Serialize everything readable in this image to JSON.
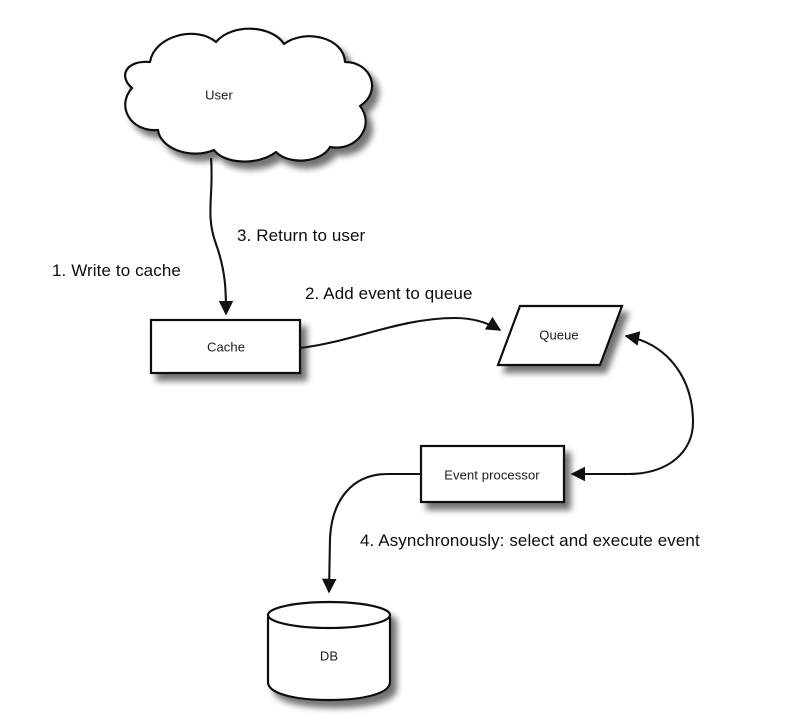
{
  "diagram": {
    "type": "flow-diagram",
    "background_color": "#ffffff",
    "stroke_color": "#1a1a1a",
    "fill_color": "#ffffff",
    "text_color": "#111111",
    "shadow_color": "#9a9a9a",
    "nodes": [
      {
        "id": "user",
        "label": "User",
        "shape": "cloud"
      },
      {
        "id": "cache",
        "label": "Cache",
        "shape": "rectangle"
      },
      {
        "id": "queue",
        "label": "Queue",
        "shape": "parallelogram"
      },
      {
        "id": "event-processor",
        "label": "Event processor",
        "shape": "rectangle"
      },
      {
        "id": "db",
        "label": "DB",
        "shape": "cylinder"
      }
    ],
    "edges": [
      {
        "id": "user-to-cache",
        "from": "user",
        "to": "cache",
        "label": "1. Write to cache"
      },
      {
        "id": "cache-to-queue",
        "from": "cache",
        "to": "queue",
        "label": "2. Add event to queue"
      },
      {
        "id": "cache-return-to-user",
        "from": "cache",
        "to": "user",
        "label": "3. Return to user"
      },
      {
        "id": "queue-event-processor-loop",
        "from": "event-processor",
        "to": "queue",
        "label": "",
        "arrowheads": "both"
      },
      {
        "id": "event-processor-to-db",
        "from": "event-processor",
        "to": "db",
        "label": "4. Asynchronously: select and execute event"
      }
    ],
    "step_labels": [
      {
        "id": "step-1",
        "text": "1. Write to cache"
      },
      {
        "id": "step-2",
        "text": "2. Add event to queue"
      },
      {
        "id": "step-3",
        "text": "3. Return to user"
      },
      {
        "id": "step-4",
        "text": "4. Asynchronously: select and execute event"
      }
    ]
  }
}
